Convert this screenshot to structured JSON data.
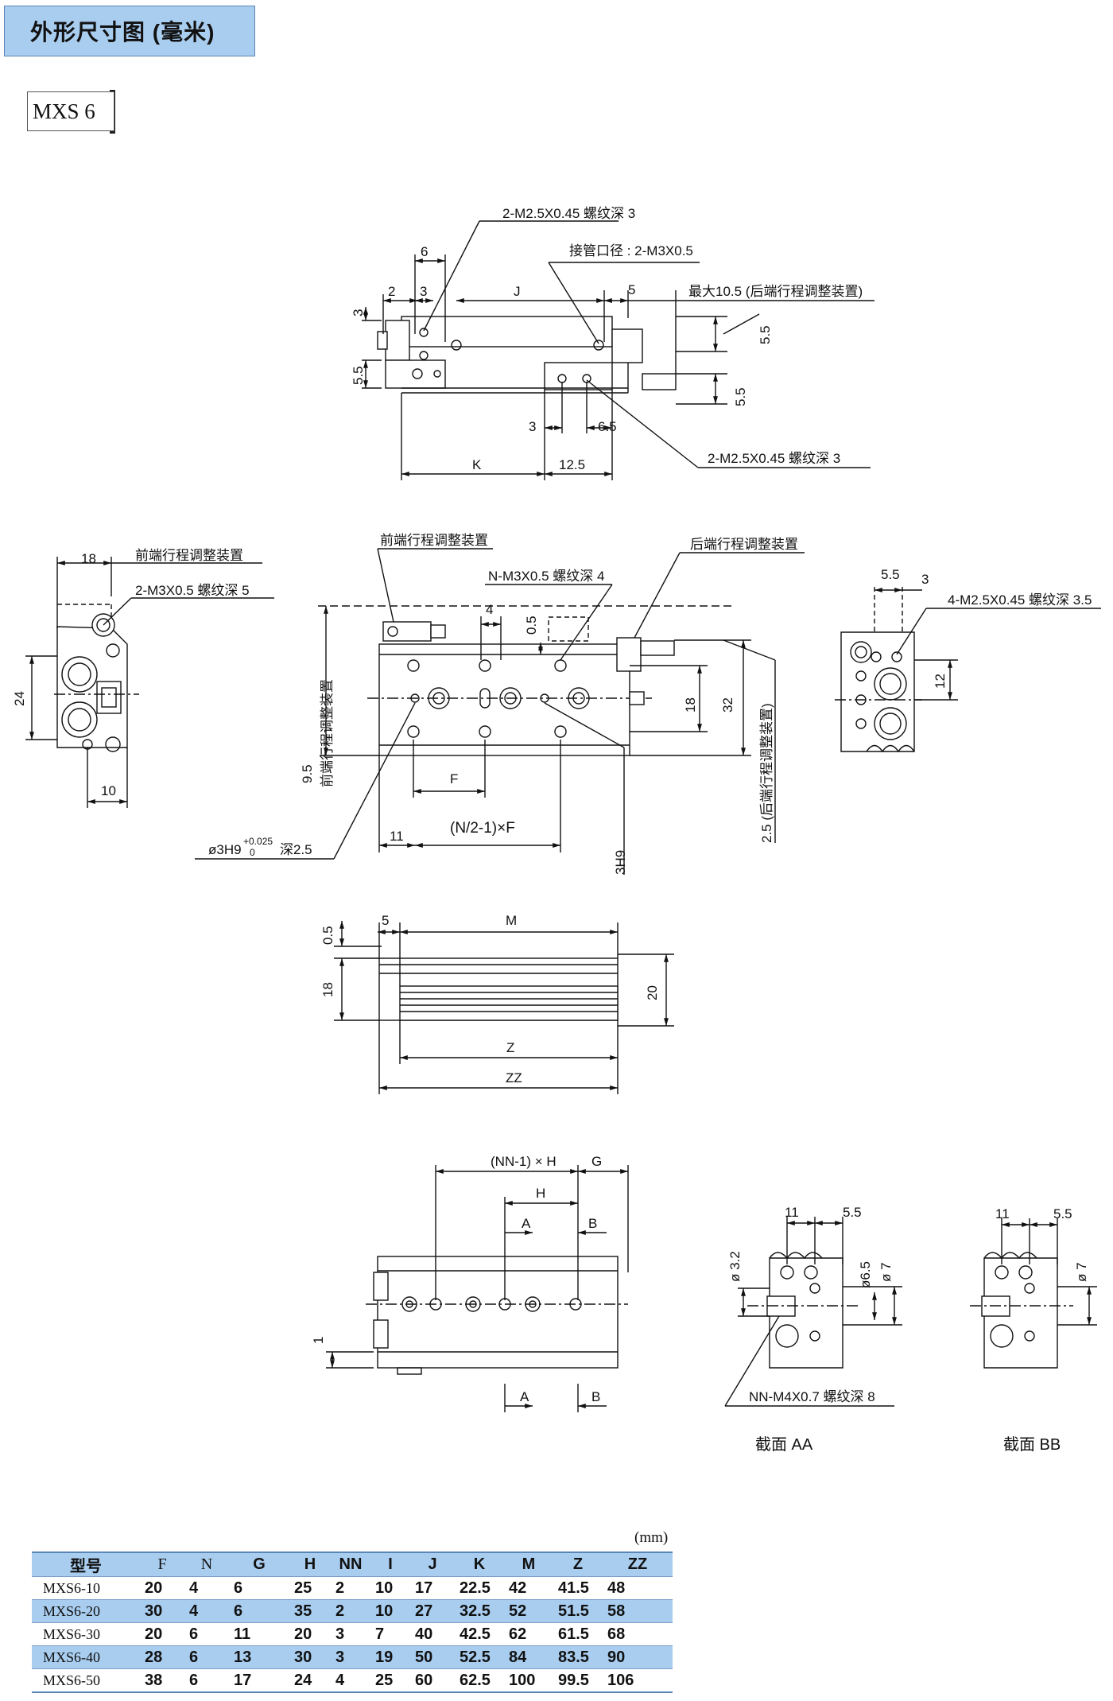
{
  "header": {
    "title": "外形尺寸图 (毫米)"
  },
  "model_label": "MXS 6",
  "drawing": {
    "top_view": {
      "thread_top": "2-M2.5X0.45 螺纹深 3",
      "port": "接管口径 : 2-M3X0.5",
      "dim_6": "6",
      "dim_2": "2",
      "dim_3a": "3",
      "dim_J": "J",
      "dim_5": "5",
      "max_adjust": "最大10.5 (后端行程调整装置)",
      "dim_5_5_right": "5.5",
      "dim_5_5_right2": "5.5",
      "dim_3_left": "3",
      "dim_5_5_left": "5.5",
      "dim_3b": "3",
      "dim_6_5": "6.5",
      "thread_bottom": "2-M2.5X0.45 螺纹深 3",
      "dim_K": "K",
      "dim_12_5": "12.5"
    },
    "front_view": {
      "front_adjust": "前端行程调整装置",
      "rear_adjust": "后端行程调整装置",
      "n_thread": "N-M3X0.5 螺纹深 4",
      "dim_4": "4",
      "dim_0_5": "0.5",
      "dim_18": "18",
      "dim_32": "32",
      "dim_9_5": "9.5",
      "front_adjust_vert": "前端行程调整装置",
      "dim_F": "F",
      "dim_11": "11",
      "formula": "(N/2-1)×F",
      "hole_left": "ø3H9",
      "tol_upper": "+0.025",
      "tol_lower": "0",
      "depth_2_5": "深2.5",
      "hole_vert": "3H9",
      "rear_dim": "2.5 (后端行程调整装置)"
    },
    "left_view": {
      "dim_18": "18",
      "front_adjust": "前端行程调整装置",
      "thread": "2-M3X0.5 螺纹深 5",
      "dim_24": "24",
      "dim_10": "10"
    },
    "right_view": {
      "dim_5_5": "5.5",
      "dim_3": "3",
      "thread": "4-M2.5X0.45 螺纹深 3.5",
      "dim_12": "12"
    },
    "side_view": {
      "dim_0_5": "0.5",
      "dim_5": "5",
      "dim_M": "M",
      "dim_18": "18",
      "dim_20": "20",
      "dim_Z": "Z",
      "dim_ZZ": "ZZ"
    },
    "bottom_view": {
      "nn_formula": "(NN-1) × H",
      "dim_G": "G",
      "dim_H": "H",
      "dim_A_top": "A",
      "dim_B_top": "B",
      "dim_A_bot": "A",
      "dim_B_bot": "B",
      "dim_1": "1"
    },
    "section_aa": {
      "dim_11": "11",
      "dim_5_5": "5.5",
      "dim_3_2": "ø 3.2",
      "dim_6_5": "ø6.5",
      "dim_7": "ø 7",
      "thread": "NN-M4X0.7 螺纹深 8",
      "caption": "截面 AA"
    },
    "section_bb": {
      "dim_11": "11",
      "dim_5_5": "5.5",
      "dim_7": "ø 7",
      "caption": "截面 BB"
    }
  },
  "table": {
    "unit": "(mm)",
    "headers": [
      "型号",
      "F",
      "N",
      "G",
      "H",
      "NN",
      "I",
      "J",
      "K",
      "M",
      "Z",
      "ZZ"
    ],
    "rows": [
      [
        "MXS6-10",
        "20",
        "4",
        "6",
        "25",
        "2",
        "10",
        "17",
        "22.5",
        "42",
        "41.5",
        "48"
      ],
      [
        "MXS6-20",
        "30",
        "4",
        "6",
        "35",
        "2",
        "10",
        "27",
        "32.5",
        "52",
        "51.5",
        "58"
      ],
      [
        "MXS6-30",
        "20",
        "6",
        "11",
        "20",
        "3",
        "7",
        "40",
        "42.5",
        "62",
        "61.5",
        "68"
      ],
      [
        "MXS6-40",
        "28",
        "6",
        "13",
        "30",
        "3",
        "19",
        "50",
        "52.5",
        "84",
        "83.5",
        "90"
      ],
      [
        "MXS6-50",
        "38",
        "6",
        "17",
        "24",
        "4",
        "25",
        "60",
        "62.5",
        "100",
        "99.5",
        "106"
      ]
    ]
  }
}
